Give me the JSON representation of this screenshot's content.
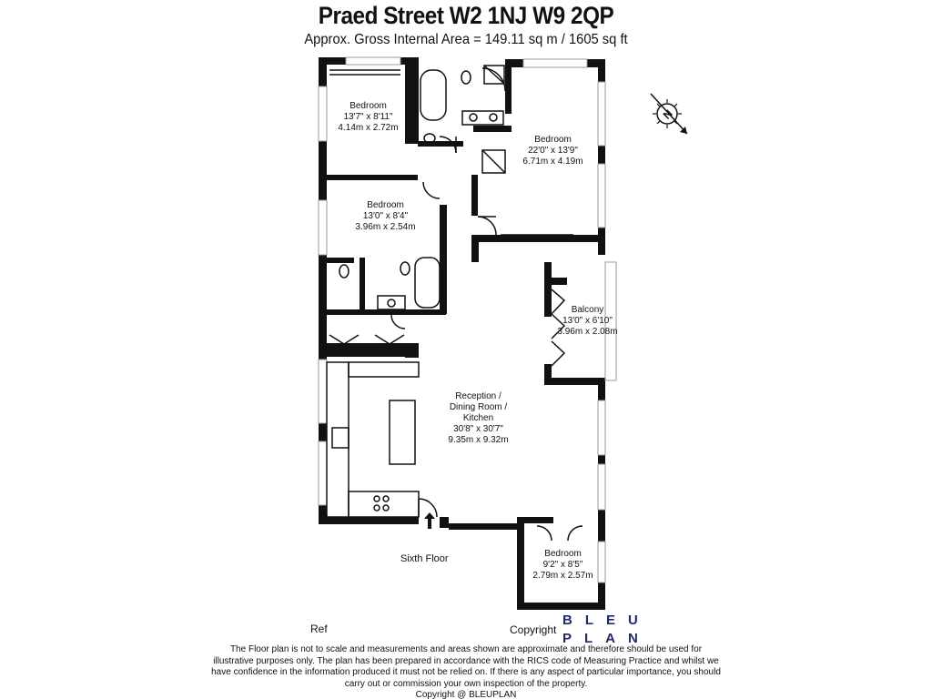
{
  "header": {
    "title": "Praed Street W2 1NJ W9 2QP",
    "subtitle": "Approx. Gross Internal Area = 149.11 sq m / 1605 sq ft"
  },
  "compass": {
    "letter": "N"
  },
  "rooms": {
    "bedroom_1": {
      "name": "Bedroom",
      "imperial": "13'7\" x 8'11\"",
      "metric": "4.14m x 2.72m"
    },
    "bedroom_2": {
      "name": "Bedroom",
      "imperial": "22'0\" x 13'9\"",
      "metric": "6.71m x 4.19m"
    },
    "bedroom_3": {
      "name": "Bedroom",
      "imperial": "13'0\" x 8'4\"",
      "metric": "3.96m x 2.54m"
    },
    "balcony": {
      "name": "Balcony",
      "imperial": "13'0\" x 6'10\"",
      "metric": "3.96m x 2.08m"
    },
    "reception": {
      "name_1": "Reception /",
      "name_2": "Dining Room /",
      "name_3": "Kitchen",
      "imperial": "30'8\" x 30'7\"",
      "metric": "9.35m x 9.32m"
    },
    "bedroom_4": {
      "name": "Bedroom",
      "imperial": "9'2\" x 8'5\"",
      "metric": "2.79m x 2.57m"
    }
  },
  "floor_label": "Sixth Floor",
  "footer": {
    "ref_label": "Ref",
    "copyright_label": "Copyright",
    "brand_line_1": "BLEU",
    "brand_line_2": "PLAN",
    "disclaimer_lines": [
      "The Floor plan is not to scale and measurements and areas shown are approximate and therefore should be used for",
      "illustrative purposes only. The plan has been prepared in accordance with the RICS code of Measuring Practice and whilst we",
      "have confidence in the information produced it must not be relied on. If there is any aspect of particular importance, you should",
      "carry out or commission your own inspection of the property.",
      "Copyright @ BLEUPLAN"
    ]
  },
  "colors": {
    "wall": "#111111",
    "brand": "#1f2a68",
    "window": "#9a9a9a"
  }
}
